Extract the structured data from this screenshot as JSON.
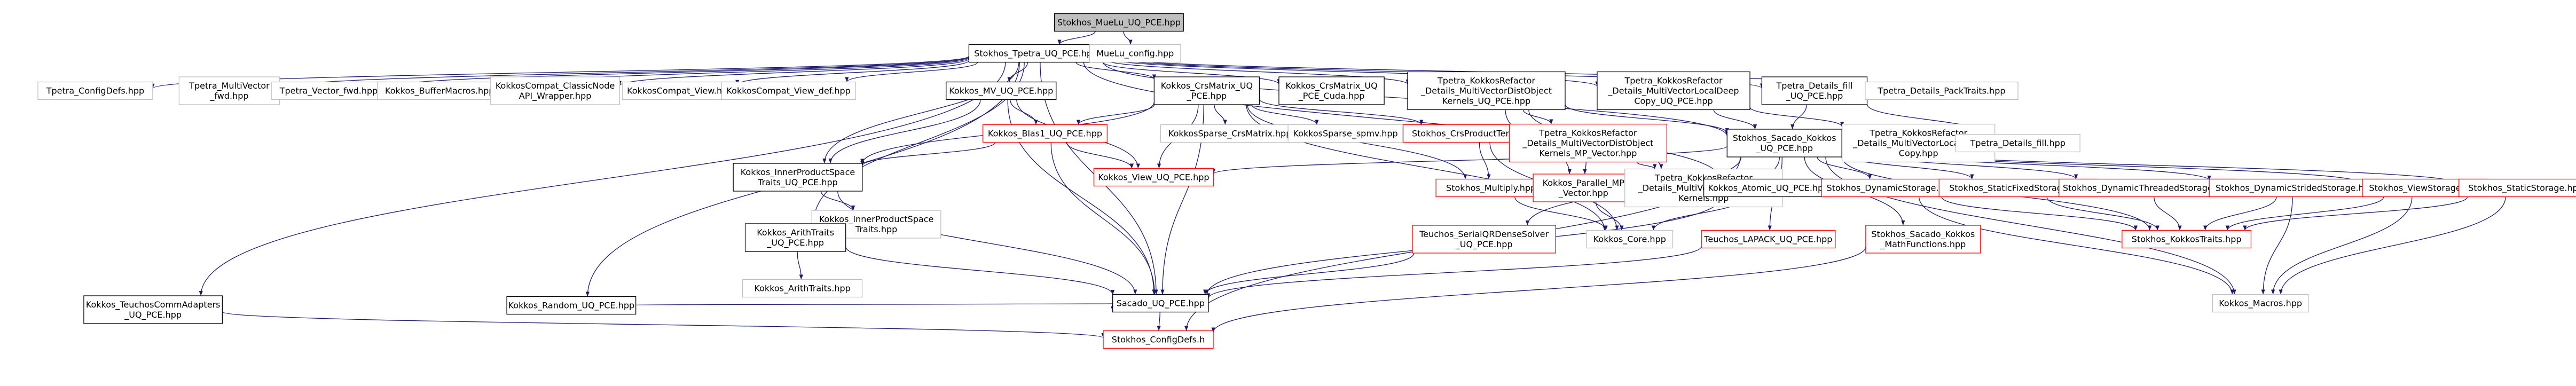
{
  "colors": {
    "edge": "#191970",
    "root_fill": "#bfbfbf",
    "border_normal": "#000000",
    "border_missing": "#bfbfbf",
    "border_linked": "#ff0000"
  },
  "nodes": [
    {
      "id": "mueluhpp",
      "lines": [
        "Stokhos_MueLu_UQ_PCE.hpp"
      ],
      "style": "root"
    },
    {
      "id": "tpetra",
      "lines": [
        "Stokhos_Tpetra_UQ_PCE.hpp"
      ],
      "style": "normal"
    },
    {
      "id": "muelucfg",
      "lines": [
        "MueLu_config.hpp"
      ],
      "style": "missing"
    },
    {
      "id": "tcfg",
      "lines": [
        "Tpetra_ConfigDefs.hpp"
      ],
      "style": "missing"
    },
    {
      "id": "tmv",
      "lines": [
        "Tpetra_MultiVector",
        "_fwd.hpp"
      ],
      "style": "missing"
    },
    {
      "id": "tvec",
      "lines": [
        "Tpetra_Vector_fwd.hpp"
      ],
      "style": "missing"
    },
    {
      "id": "kbuf",
      "lines": [
        "Kokkos_BufferMacros.hpp"
      ],
      "style": "missing"
    },
    {
      "id": "kcompcn",
      "lines": [
        "KokkosCompat_ClassicNode",
        "API_Wrapper.hpp"
      ],
      "style": "missing"
    },
    {
      "id": "kcompv",
      "lines": [
        "KokkosCompat_View.hpp"
      ],
      "style": "missing"
    },
    {
      "id": "kcompvd",
      "lines": [
        "KokkosCompat_View_def.hpp"
      ],
      "style": "missing"
    },
    {
      "id": "kmv",
      "lines": [
        "Kokkos_MV_UQ_PCE.hpp"
      ],
      "style": "normal"
    },
    {
      "id": "kcrs",
      "lines": [
        "Kokkos_CrsMatrix_UQ",
        "_PCE.hpp"
      ],
      "style": "normal"
    },
    {
      "id": "kcrsc",
      "lines": [
        "Kokkos_CrsMatrix_UQ",
        "_PCE_Cuda.hpp"
      ],
      "style": "normal"
    },
    {
      "id": "tkrmv",
      "lines": [
        "Tpetra_KokkosRefactor",
        "_Details_MultiVectorDistObject",
        "Kernels_UQ_PCE.hpp"
      ],
      "style": "normal"
    },
    {
      "id": "tkrlc",
      "lines": [
        "Tpetra_KokkosRefactor",
        "_Details_MultiVectorLocalDeep",
        "Copy_UQ_PCE.hpp"
      ],
      "style": "normal"
    },
    {
      "id": "tdfill",
      "lines": [
        "Tpetra_Details_fill",
        "_UQ_PCE.hpp"
      ],
      "style": "normal"
    },
    {
      "id": "tdpack",
      "lines": [
        "Tpetra_Details_PackTraits.hpp"
      ],
      "style": "missing"
    },
    {
      "id": "kblas1",
      "lines": [
        "Kokkos_Blas1_UQ_PCE.hpp"
      ],
      "style": "linked"
    },
    {
      "id": "ksparsecrs",
      "lines": [
        "KokkosSparse_CrsMatrix.hpp"
      ],
      "style": "missing"
    },
    {
      "id": "ksparsespmv",
      "lines": [
        "KokkosSparse_spmv.hpp"
      ],
      "style": "missing"
    },
    {
      "id": "scrsprod",
      "lines": [
        "Stokhos_CrsProductTensor.hpp"
      ],
      "style": "linked"
    },
    {
      "id": "tkrmvk",
      "lines": [
        "Tpetra_KokkosRefactor",
        "_Details_MultiVectorDistObject",
        "Kernels_MP_Vector.hpp"
      ],
      "style": "linked"
    },
    {
      "id": "sacado",
      "lines": [
        "Stokhos_Sacado_Kokkos",
        "_UQ_PCE.hpp"
      ],
      "style": "normal"
    },
    {
      "id": "tkrlcd",
      "lines": [
        "Tpetra_KokkosRefactor",
        "_Details_MultiVectorLocalDeep",
        "Copy.hpp"
      ],
      "style": "missing"
    },
    {
      "id": "tdfillh",
      "lines": [
        "Tpetra_Details_fill.hpp"
      ],
      "style": "missing"
    },
    {
      "id": "kips",
      "lines": [
        "Kokkos_InnerProductSpace",
        "Traits_UQ_PCE.hpp"
      ],
      "style": "normal"
    },
    {
      "id": "kview",
      "lines": [
        "Kokkos_View_UQ_PCE.hpp"
      ],
      "style": "linked"
    },
    {
      "id": "smult",
      "lines": [
        "Stokhos_Multiply.hpp"
      ],
      "style": "linked"
    },
    {
      "id": "kpar",
      "lines": [
        "Kokkos_Parallel_MP",
        "_Vector.hpp"
      ],
      "style": "linked"
    },
    {
      "id": "tkrmvkh",
      "lines": [
        "Tpetra_KokkosRefactor",
        "_Details_MultiVectorDistObject",
        "Kernels.hpp"
      ],
      "style": "missing"
    },
    {
      "id": "katomic",
      "lines": [
        "Kokkos_Atomic_UQ_PCE.hpp"
      ],
      "style": "normal"
    },
    {
      "id": "sdyn",
      "lines": [
        "Stokhos_DynamicStorage.hpp"
      ],
      "style": "linked"
    },
    {
      "id": "sstatfix",
      "lines": [
        "Stokhos_StaticFixedStorage.hpp"
      ],
      "style": "linked"
    },
    {
      "id": "sdynthr",
      "lines": [
        "Stokhos_DynamicThreadedStorage.hpp"
      ],
      "style": "linked"
    },
    {
      "id": "sdynstr",
      "lines": [
        "Stokhos_DynamicStridedStorage.hpp"
      ],
      "style": "linked"
    },
    {
      "id": "sview",
      "lines": [
        "Stokhos_ViewStorage.hpp"
      ],
      "style": "linked"
    },
    {
      "id": "sstat",
      "lines": [
        "Stokhos_StaticStorage.hpp"
      ],
      "style": "linked"
    },
    {
      "id": "kipsh",
      "lines": [
        "Kokkos_InnerProductSpace",
        "Traits.hpp"
      ],
      "style": "missing"
    },
    {
      "id": "kcore",
      "lines": [
        "Kokkos_Core.hpp"
      ],
      "style": "missing"
    },
    {
      "id": "tsdqr",
      "lines": [
        "Teuchos_SerialQRDenseSolver",
        "_UQ_PCE.hpp"
      ],
      "style": "linked"
    },
    {
      "id": "tlapack",
      "lines": [
        "Teuchos_LAPACK_UQ_PCE.hpp"
      ],
      "style": "linked"
    },
    {
      "id": "smath",
      "lines": [
        "Stokhos_Sacado_Kokkos",
        "_MathFunctions.hpp"
      ],
      "style": "linked"
    },
    {
      "id": "kktraits",
      "lines": [
        "Stokhos_KokkosTraits.hpp"
      ],
      "style": "linked"
    },
    {
      "id": "karith",
      "lines": [
        "Kokkos_ArithTraits",
        "_UQ_PCE.hpp"
      ],
      "style": "normal"
    },
    {
      "id": "karithh",
      "lines": [
        "Kokkos_ArithTraits.hpp"
      ],
      "style": "missing"
    },
    {
      "id": "sacadouq",
      "lines": [
        "Sacado_UQ_PCE.hpp"
      ],
      "style": "normal"
    },
    {
      "id": "kmacros",
      "lines": [
        "Kokkos_Macros.hpp"
      ],
      "style": "missing"
    },
    {
      "id": "kteuchos",
      "lines": [
        "Kokkos_TeuchosCommAdapters",
        "_UQ_PCE.hpp"
      ],
      "style": "normal"
    },
    {
      "id": "krandom",
      "lines": [
        "Kokkos_Random_UQ_PCE.hpp"
      ],
      "style": "normal"
    },
    {
      "id": "sconfig",
      "lines": [
        "Stokhos_ConfigDefs.h"
      ],
      "style": "linked"
    }
  ],
  "edges": [
    [
      "mueluhpp",
      "tpetra"
    ],
    [
      "mueluhpp",
      "muelucfg"
    ],
    [
      "tpetra",
      "tcfg"
    ],
    [
      "tpetra",
      "tmv"
    ],
    [
      "tpetra",
      "tvec"
    ],
    [
      "tpetra",
      "kbuf"
    ],
    [
      "tpetra",
      "kcompcn"
    ],
    [
      "tpetra",
      "kcompv"
    ],
    [
      "tpetra",
      "kcompvd"
    ],
    [
      "tpetra",
      "kmv"
    ],
    [
      "tpetra",
      "kcrs"
    ],
    [
      "tpetra",
      "kcrsc"
    ],
    [
      "tpetra",
      "tkrmv"
    ],
    [
      "tpetra",
      "tkrlc"
    ],
    [
      "tpetra",
      "tdfill"
    ],
    [
      "tpetra",
      "tdpack"
    ],
    [
      "tpetra",
      "sacado"
    ],
    [
      "tpetra",
      "kips"
    ],
    [
      "tpetra",
      "karith"
    ],
    [
      "tpetra",
      "kteuchos"
    ],
    [
      "tpetra",
      "krandom"
    ],
    [
      "tpetra",
      "sacadouq"
    ],
    [
      "tpetra",
      "katomic"
    ],
    [
      "kmv",
      "kblas1"
    ],
    [
      "kmv",
      "kview"
    ],
    [
      "kmv",
      "kips"
    ],
    [
      "kmv",
      "sacadouq"
    ],
    [
      "kcrs",
      "kblas1"
    ],
    [
      "kcrs",
      "ksparsecrs"
    ],
    [
      "kcrs",
      "ksparsespmv"
    ],
    [
      "kcrs",
      "scrsprod"
    ],
    [
      "kcrs",
      "kview"
    ],
    [
      "kcrs",
      "smult"
    ],
    [
      "kcrs",
      "kips"
    ],
    [
      "kcrs",
      "sacadouq"
    ],
    [
      "kcrs",
      "kcore"
    ],
    [
      "tkrmv",
      "tkrmvk"
    ],
    [
      "tkrmv",
      "sacado"
    ],
    [
      "tkrmv",
      "tkrmvkh"
    ],
    [
      "tkrmv",
      "kpar"
    ],
    [
      "tkrlc",
      "sacado"
    ],
    [
      "tkrlc",
      "tkrlcd"
    ],
    [
      "tdfill",
      "sacado"
    ],
    [
      "tdfill",
      "tdfillh"
    ],
    [
      "kblas1",
      "kview"
    ],
    [
      "kblas1",
      "kips"
    ],
    [
      "kblas1",
      "sacadouq"
    ],
    [
      "scrsprod",
      "smult"
    ],
    [
      "scrsprod",
      "kcore"
    ],
    [
      "tkrmvk",
      "kpar"
    ],
    [
      "tkrmvk",
      "tkrmvkh"
    ],
    [
      "sacado",
      "kview"
    ],
    [
      "sacado",
      "katomic"
    ],
    [
      "sacado",
      "tsdqr"
    ],
    [
      "sacado",
      "tlapack"
    ],
    [
      "sacado",
      "smath"
    ],
    [
      "sacado",
      "sdyn"
    ],
    [
      "sacado",
      "sstatfix"
    ],
    [
      "sacado",
      "sdynthr"
    ],
    [
      "sacado",
      "sdynstr"
    ],
    [
      "sacado",
      "sview"
    ],
    [
      "sacado",
      "sstat"
    ],
    [
      "sacado",
      "kktraits"
    ],
    [
      "sacado",
      "kmacros"
    ],
    [
      "sacado",
      "sconfig"
    ],
    [
      "kips",
      "kipsh"
    ],
    [
      "kips",
      "sacadouq"
    ],
    [
      "smult",
      "kcore"
    ],
    [
      "kpar",
      "kcore"
    ],
    [
      "katomic",
      "kcore"
    ],
    [
      "katomic",
      "sacadouq"
    ],
    [
      "sdyn",
      "kktraits"
    ],
    [
      "sdyn",
      "kmacros"
    ],
    [
      "sstatfix",
      "kktraits"
    ],
    [
      "sdynthr",
      "kktraits"
    ],
    [
      "sdynstr",
      "kktraits"
    ],
    [
      "sdynstr",
      "kmacros"
    ],
    [
      "sview",
      "kktraits"
    ],
    [
      "sview",
      "kmacros"
    ],
    [
      "sstat",
      "kktraits"
    ],
    [
      "sstat",
      "kmacros"
    ],
    [
      "tsdqr",
      "sacadouq"
    ],
    [
      "tlapack",
      "sacadouq"
    ],
    [
      "smath",
      "sconfig"
    ],
    [
      "karith",
      "karithh"
    ],
    [
      "karith",
      "sacadouq"
    ],
    [
      "krandom",
      "sacadouq"
    ],
    [
      "kteuchos",
      "sconfig"
    ],
    [
      "sacadouq",
      "sconfig"
    ]
  ]
}
